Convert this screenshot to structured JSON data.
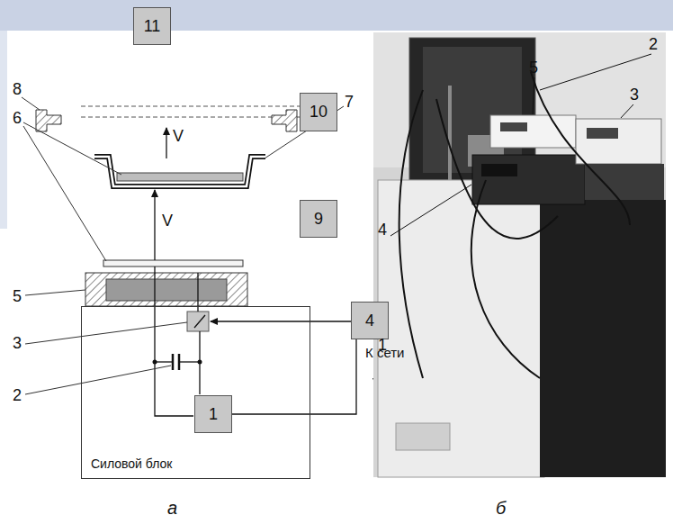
{
  "diagram": {
    "nodes": [
      {
        "text": [
          "11"
        ]
      },
      {
        "text": [
          "10"
        ]
      },
      {
        "text": [
          "9"
        ]
      },
      {
        "text": [
          "Силовой блок"
        ]
      },
      {
        "text": [
          "1"
        ],
        "in": 3
      },
      {
        "text": [
          "4"
        ]
      }
    ],
    "edges": [
      {
        "from": 5,
        "to": 4,
        "arrow": "none"
      }
    ],
    "labels": [
      "8",
      "6",
      "7",
      "5",
      "3",
      "2",
      "V",
      "V",
      "К сети",
      "а",
      "б",
      "2",
      "5",
      "3",
      "4",
      "1"
    ]
  }
}
